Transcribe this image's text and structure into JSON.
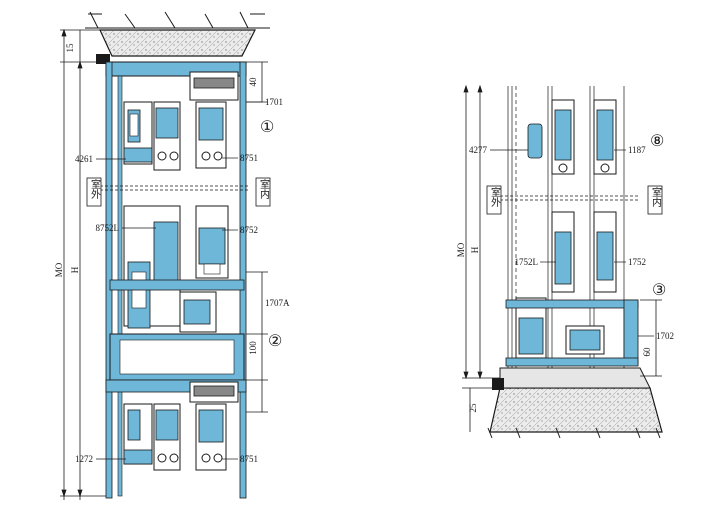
{
  "left_section": {
    "profile_labels": {
      "p4261": "4261",
      "p8751_top": "8751",
      "p8752L": "8752L",
      "p8752": "8752",
      "p1701": "1701",
      "p1707A": "1707A",
      "p1272": "1272",
      "p8751_bottom": "8751"
    },
    "dims": {
      "d15": "15",
      "d40": "40",
      "d100": "100"
    },
    "markers": {
      "m1": "①",
      "m2": "②"
    },
    "sides": {
      "outdoor": "室外",
      "indoor": "室内"
    },
    "axis": {
      "mo": "MO",
      "h": "H"
    }
  },
  "right_section": {
    "profile_labels": {
      "p4277": "4277",
      "p1187": "1187",
      "p1752L": "1752L",
      "p1752": "1752",
      "p1702": "1702"
    },
    "dims": {
      "d60": "60",
      "d25": "25"
    },
    "markers": {
      "m8": "⑧",
      "m3": "③"
    },
    "sides": {
      "outdoor": "室外",
      "indoor": "室内"
    },
    "axis": {
      "mo": "MO",
      "h": "H"
    }
  },
  "colors": {
    "profile": "#6fb7d9",
    "line": "#1a1a1a",
    "concrete": "#e9e9e9"
  }
}
